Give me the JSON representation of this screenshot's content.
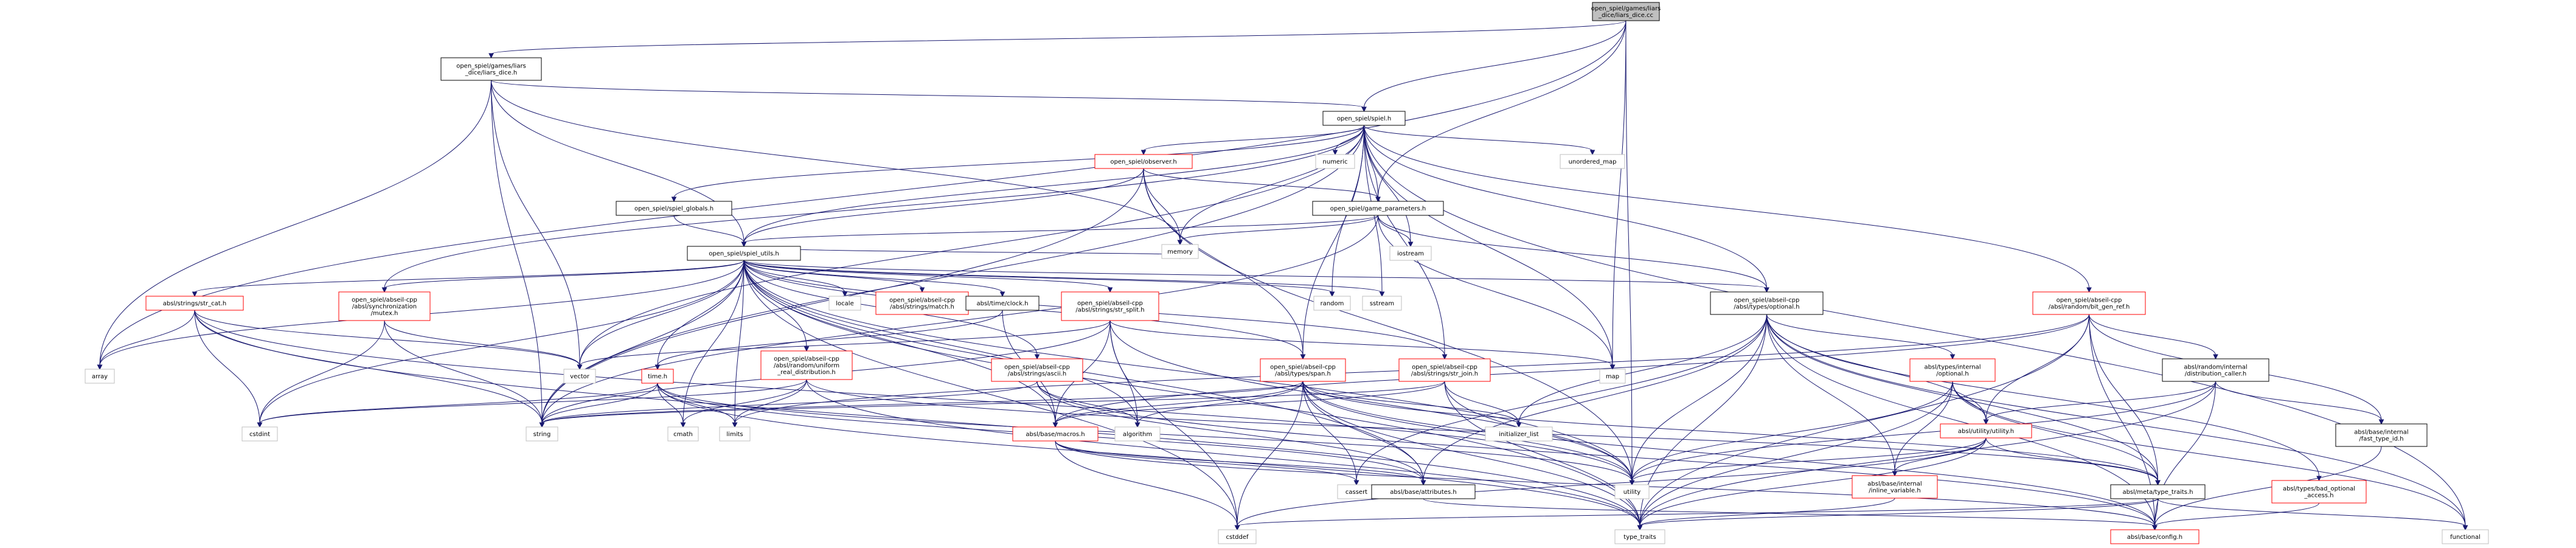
{
  "colors": {
    "edge": "#191970",
    "border_black": "#000000",
    "border_red": "#ff0000",
    "border_grey": "#bfbfbf",
    "fill_root": "#bfbfbf",
    "fill": "#ffffff"
  },
  "nodes": {
    "root": [
      "open_spiel/games/liars",
      "_dice/liars_dice.cc"
    ],
    "liars_h": [
      "open_spiel/games/liars",
      "_dice/liars_dice.h"
    ],
    "spiel_h": [
      "open_spiel/spiel.h"
    ],
    "observer_h": [
      "open_spiel/observer.h"
    ],
    "spiel_globals_h": [
      "open_spiel/spiel_globals.h"
    ],
    "game_params_h": [
      "open_spiel/game_parameters.h"
    ],
    "spiel_utils_h": [
      "open_spiel/spiel_utils.h"
    ],
    "numeric": [
      "numeric"
    ],
    "unordered_map": [
      "unordered_map"
    ],
    "memory": [
      "memory"
    ],
    "iostream": [
      "iostream"
    ],
    "sstream": [
      "sstream"
    ],
    "random": [
      "random"
    ],
    "locale": [
      "locale"
    ],
    "vector": [
      "vector"
    ],
    "array": [
      "array"
    ],
    "map": [
      "map"
    ],
    "string": [
      "string"
    ],
    "cstdint": [
      "cstdint"
    ],
    "cmath": [
      "cmath"
    ],
    "limits": [
      "limits"
    ],
    "algorithm": [
      "algorithm"
    ],
    "initializer_list": [
      "initializer_list"
    ],
    "utility": [
      "utility"
    ],
    "cassert": [
      "cassert"
    ],
    "cstddef": [
      "cstddef"
    ],
    "type_traits": [
      "type_traits"
    ],
    "functional": [
      "functional"
    ],
    "str_cat_h": [
      "absl/strings/str_cat.h"
    ],
    "mutex_h": [
      "open_spiel/abseil-cpp",
      "/absl/synchronization",
      "/mutex.h"
    ],
    "match_h": [
      "open_spiel/abseil-cpp",
      "/absl/strings/match.h"
    ],
    "clock_h": [
      "absl/time/clock.h"
    ],
    "time_h": [
      "time.h"
    ],
    "str_split_h": [
      "open_spiel/abseil-cpp",
      "/absl/strings/str_split.h"
    ],
    "uniform_real_h": [
      "open_spiel/abseil-cpp",
      "/absl/random/uniform",
      "_real_distribution.h"
    ],
    "ascii_h": [
      "open_spiel/abseil-cpp",
      "/absl/strings/ascii.h"
    ],
    "span_h": [
      "open_spiel/abseil-cpp",
      "/absl/types/span.h"
    ],
    "str_join_h": [
      "open_spiel/abseil-cpp",
      "/absl/strings/str_join.h"
    ],
    "optional_h": [
      "open_spiel/abseil-cpp",
      "/absl/types/optional.h"
    ],
    "bit_gen_ref_h": [
      "open_spiel/abseil-cpp",
      "/absl/random/bit_gen_ref.h"
    ],
    "internal_optional_h": [
      "absl/types/internal",
      "/optional.h"
    ],
    "distribution_caller_h": [
      "absl/random/internal",
      "/distribution_caller.h"
    ],
    "fast_type_id_h": [
      "absl/base/internal",
      "/fast_type_id.h"
    ],
    "utility_h": [
      "absl/utility/utility.h"
    ],
    "macros_h": [
      "absl/base/macros.h"
    ],
    "inline_variable_h": [
      "absl/base/internal",
      "/inline_variable.h"
    ],
    "attributes_h": [
      "absl/base/attributes.h"
    ],
    "meta_type_traits_h": [
      "absl/meta/type_traits.h"
    ],
    "bad_optional_access_h": [
      "absl/types/bad_optional",
      "_access.h"
    ],
    "config_h": [
      "absl/base/config.h"
    ]
  }
}
